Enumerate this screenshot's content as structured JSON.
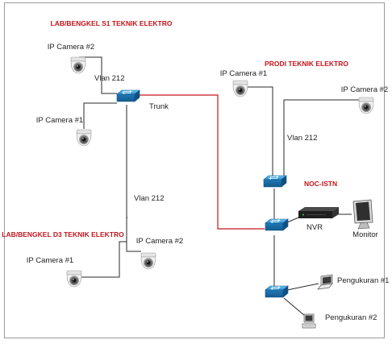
{
  "sections": {
    "s1": "LAB/BENGKEL S1 TEKNIK ELEKTRO",
    "prodi": "PRODI TEKNIK ELEKTRO",
    "noc": "NOC-ISTN",
    "d3": "LAB/BENGKEL D3 TEKNIK ELEKTRO"
  },
  "labels": {
    "s1_cam2": "IP Camera #2",
    "s1_cam1": "IP Camera #1",
    "s1_vlan": "Vlan 212",
    "trunk": "Trunk",
    "d3_vlan": "Vlan 212",
    "d3_cam2": "IP Camera #2",
    "d3_cam1": "IP Camera #1",
    "prodi_cam1": "IP Camera #1",
    "prodi_cam2": "IP Camera #2",
    "prodi_vlan": "Vlan 212",
    "nvr": "NVR",
    "monitor": "Monitor",
    "peng1": "Pengukuran #1",
    "peng2": "Pengukuran #2"
  },
  "colors": {
    "trunk_line": "#c4161c",
    "section_title": "#c4161c",
    "switch_fill": "#1f8fd6"
  }
}
